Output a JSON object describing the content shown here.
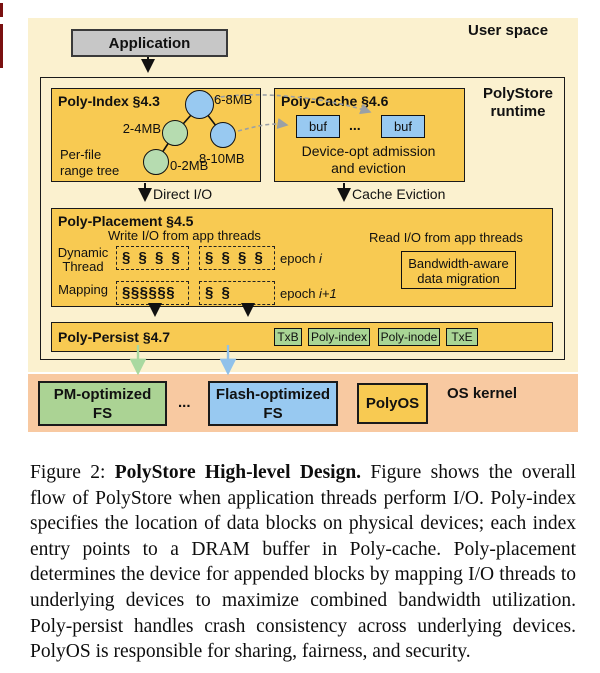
{
  "figure": {
    "user_space_label": "User space",
    "os_kernel_label": "OS kernel",
    "application": "Application",
    "runtime_label_lines": [
      "PolyStore",
      "runtime"
    ],
    "poly_index": {
      "title": "Poly-Index §4.3",
      "subtitle_lines": [
        "Per-file",
        "range tree"
      ],
      "nodes": [
        {
          "label": "6-8MB",
          "color": "blue"
        },
        {
          "label": "2-4MB",
          "color": "green"
        },
        {
          "label": "8-10MB",
          "color": "blue"
        },
        {
          "label": "0-2MB",
          "color": "green"
        }
      ]
    },
    "poly_cache": {
      "title": "Poly-Cache §4.6",
      "buf1": "buf",
      "dots": "...",
      "buf2": "buf",
      "desc_lines": [
        "Device-opt admission",
        "and eviction"
      ]
    },
    "direct_io_label": "Direct I/O",
    "cache_eviction_label": "Cache Eviction",
    "poly_placement": {
      "title": "Poly-Placement §4.5",
      "write_label": "Write I/O from app threads",
      "read_label": "Read I/O from app threads",
      "mapping_label_lines": [
        "Dynamic",
        "Thread",
        "Mapping"
      ],
      "thread_boxes": [
        "§ § § §",
        "§ § § §",
        "§§§§§§",
        "§ §"
      ],
      "epoch_word": "epoch",
      "epoch_i": "i",
      "epoch_i1": "i+1",
      "migration_lines": [
        "Bandwidth-aware",
        "data migration"
      ]
    },
    "poly_persist": {
      "title": "Poly-Persist §4.7",
      "chips": [
        "TxB",
        "Poly-index",
        "Poly-inode",
        "TxE"
      ]
    },
    "os_kernel": {
      "pm_fs_lines": [
        "PM-optimized",
        "FS"
      ],
      "dots": "...",
      "flash_fs_lines": [
        "Flash-optimized",
        "FS"
      ],
      "polyos": "PolyOS"
    },
    "colors": {
      "user_space_bg": "#FBF1CF",
      "os_kernel_bg": "#F8C9A1",
      "module_gold": "#F8CA52",
      "buffer_blue": "#98C9F1",
      "node_green": "#B6DCB0",
      "chip_green": "#A9D595",
      "app_gray": "#C7C7C7",
      "arrow_green": "#A9D9A0",
      "arrow_blue": "#90C1EA"
    }
  },
  "caption": {
    "prefix": "Figure 2: ",
    "bold": "PolyStore High-level Design.",
    "body": " Figure shows the overall flow of PolyStore when application threads perform I/O. Poly-index specifies the location of data blocks on physical devices; each index entry points to a DRAM buffer in Poly-cache. Poly-placement determines the device for appended blocks by mapping I/O threads to underlying devices to maximize combined bandwidth utilization. Poly-persist handles crash consistency across underlying devices. PolyOS is responsible for sharing, fairness, and security."
  }
}
